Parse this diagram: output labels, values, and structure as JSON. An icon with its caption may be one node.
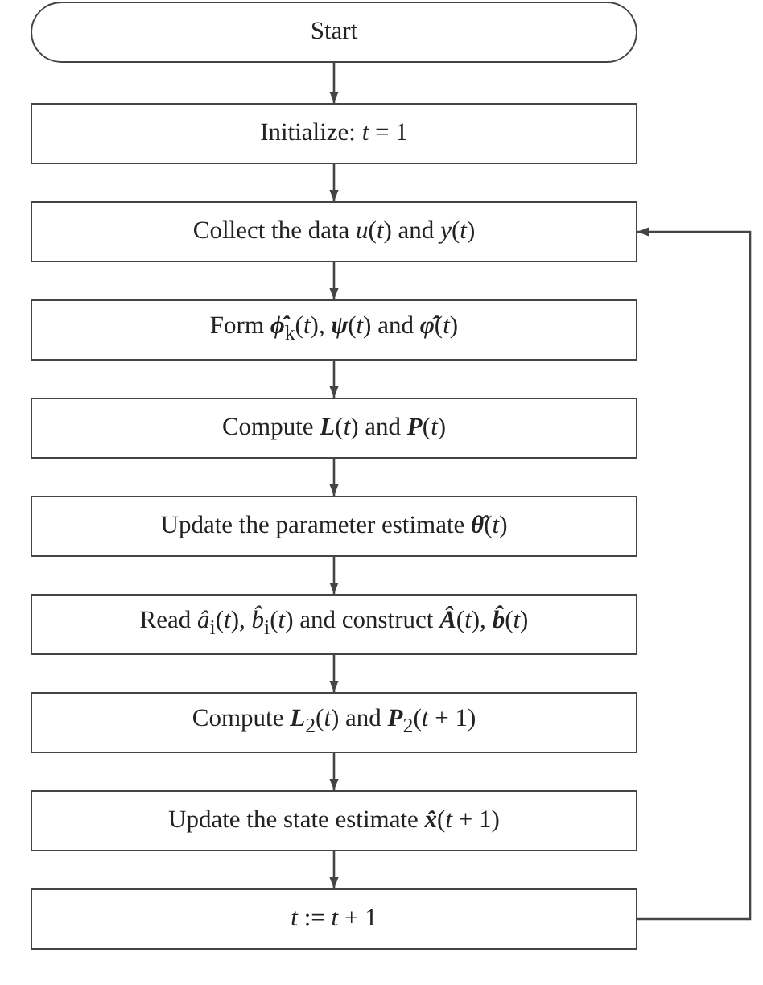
{
  "diagram": {
    "nodes": [
      {
        "text": [
          "Start"
        ]
      },
      {
        "text": [
          "Initialize: *t* = 1"
        ]
      },
      {
        "text": [
          "Collect the data *u*(*t*) and *y*(*t*)"
        ]
      },
      {
        "text": [
          "Form **ϕ̂**$_{k}$(*t*), **ψ**(*t*) and **φ̂**(*t*)"
        ]
      },
      {
        "text": [
          "Compute **L**(*t*) and **P**(*t*)"
        ]
      },
      {
        "text": [
          "Update the parameter estimate **θ̂**(*t*)"
        ]
      },
      {
        "text": [
          "Read *â*$_{i}$(*t*), *b̂*$_{i}$(*t*) and construct **Â**(*t*), **b̂**(*t*)"
        ]
      },
      {
        "text": [
          "Compute **L**$_{2}$(*t*) and **P**$_{2}$(*t* + 1)"
        ]
      },
      {
        "text": [
          "Update the state estimate **x̂**(*t* + 1)"
        ]
      },
      {
        "text": [
          "*t* := *t* + 1"
        ]
      }
    ],
    "edges": [
      {
        "from": 0,
        "to": 1,
        "arrow": "to"
      },
      {
        "from": 1,
        "to": 2,
        "arrow": "to"
      },
      {
        "from": 2,
        "to": 3,
        "arrow": "to"
      },
      {
        "from": 3,
        "to": 4,
        "arrow": "to"
      },
      {
        "from": 4,
        "to": 5,
        "arrow": "to"
      },
      {
        "from": 5,
        "to": 6,
        "arrow": "to"
      },
      {
        "from": 6,
        "to": 7,
        "arrow": "to"
      },
      {
        "from": 7,
        "to": 8,
        "arrow": "to"
      },
      {
        "from": 8,
        "to": 9,
        "arrow": "to"
      },
      {
        "from": 9,
        "to": 2,
        "arrow": "to"
      }
    ]
  }
}
